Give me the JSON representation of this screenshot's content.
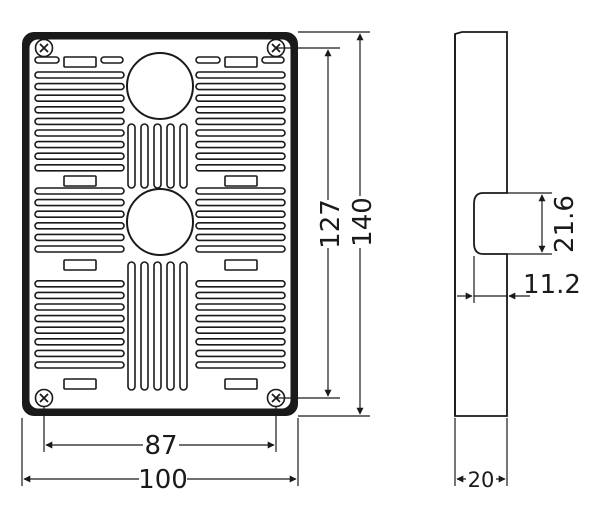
{
  "dimensions": {
    "front_inner_height": "127",
    "front_outer_height": "140",
    "front_inner_width": "87",
    "front_outer_width": "100",
    "side_recess_height": "21.6",
    "side_recess_depth": "11.2",
    "side_depth": "20"
  },
  "colors": {
    "line": "#1a1a1a",
    "plate_face": "#ffffff",
    "hole_fill": "#ffffff",
    "frame": "#1a1a1a"
  },
  "icons": {
    "screw": "cross-screw-icon",
    "arrow": "arrowhead"
  }
}
